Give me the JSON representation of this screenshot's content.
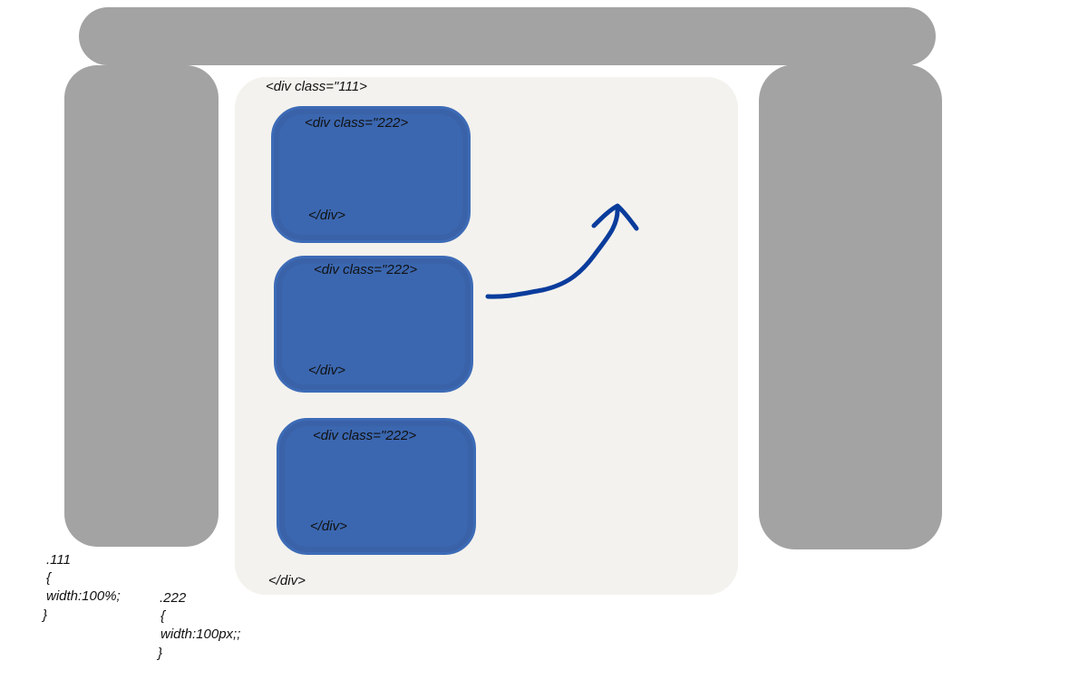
{
  "markup": {
    "outer_open": "<div class=\"111>",
    "outer_close": "</div>",
    "inner_boxes": [
      {
        "open": "<div class=\"222>",
        "close": "</div>"
      },
      {
        "open": "<div class=\"222>",
        "close": "</div>"
      },
      {
        "open": "<div class=\"222>",
        "close": "</div>"
      }
    ]
  },
  "css_rules": {
    "rule_111": {
      "selector": ".111",
      "open_brace": "{",
      "declaration": "width:100%;",
      "close_brace": "}"
    },
    "rule_222": {
      "selector": ".222",
      "open_brace": "{",
      "declaration": "width:100px;;",
      "close_brace": "}"
    }
  },
  "colors": {
    "gray_blocks": "#a3a3a3",
    "container": "#f4f2ee",
    "inner_boxes": "#3b67b0",
    "arrow": "#0a3c9c"
  }
}
